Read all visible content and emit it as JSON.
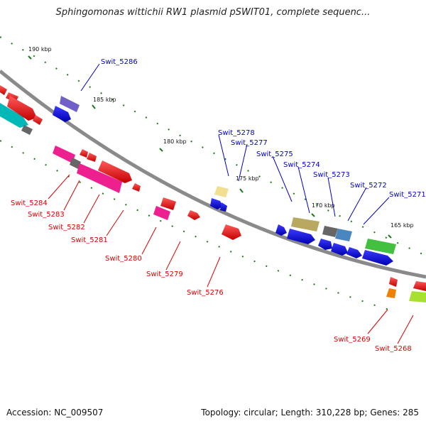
{
  "title": "Sphingomonas wittichii RW1 plasmid pSWIT01, complete sequenc...",
  "footer": {
    "accession": "Accession: NC_009507",
    "summary": "Topology: circular; Length: 310,228 bp; Genes: 285"
  },
  "scale_labels": [
    "190 kbp",
    "185 kbp",
    "180 kbp",
    "175 kbp",
    "170 kbp",
    "165 kbp"
  ],
  "labels_forward": [
    "Swit_5286",
    "Swit_5278",
    "Swit_5277",
    "Swit_5275",
    "Swit_5274",
    "Swit_5273",
    "Swit_5272",
    "Swit_5271"
  ],
  "labels_reverse": [
    "Swit_5284",
    "Swit_5283",
    "Swit_5282",
    "Swit_5281",
    "Swit_5280",
    "Swit_5279",
    "Swit_5276",
    "Swit_5269",
    "Swit_5268"
  ],
  "colors": {
    "forward_label": "#0000cc",
    "reverse_label": "#dd0000",
    "backbone": "#808080",
    "tick": "#1a7a1a"
  }
}
